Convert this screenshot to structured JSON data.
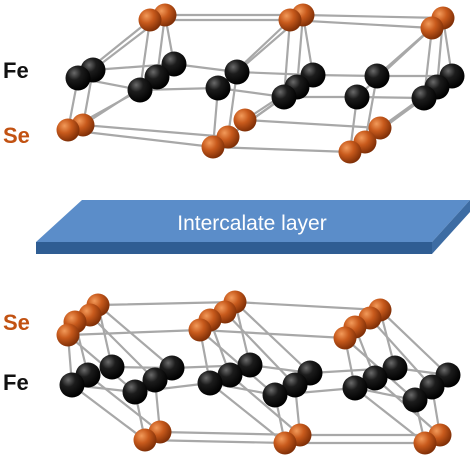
{
  "labels": {
    "top_fe": "Fe",
    "top_se": "Se",
    "bottom_se": "Se",
    "bottom_fe": "Fe"
  },
  "intercalate": {
    "text": "Intercalate layer"
  },
  "colors": {
    "fe_atom": "#111111",
    "se_atom": "#c0531a",
    "bond": "#a8a8a8",
    "slab_top": "#5b8dc9",
    "slab_side": "#2f5d93",
    "slab_text": "#ffffff"
  }
}
